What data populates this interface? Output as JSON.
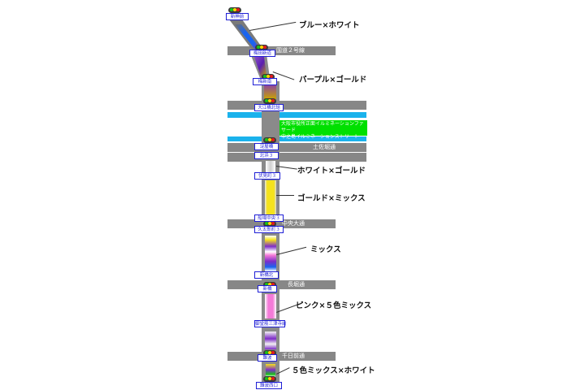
{
  "diagram": {
    "roads": [
      {
        "id": "kokudo2",
        "label": "国道２号線"
      },
      {
        "id": "upper1",
        "label": ""
      },
      {
        "id": "tosabori",
        "label": "土佐堀通"
      },
      {
        "id": "upper2",
        "label": ""
      },
      {
        "id": "chuo",
        "label": "中央大通"
      },
      {
        "id": "nagahori",
        "label": "長堀通"
      },
      {
        "id": "sennichimae",
        "label": "千日前通"
      }
    ],
    "stations": [
      {
        "id": "s1",
        "label": "新神前"
      },
      {
        "id": "s2",
        "label": "梅田新道"
      },
      {
        "id": "s3",
        "label": "梅新南"
      },
      {
        "id": "s4",
        "label": "大江橋北詰"
      },
      {
        "id": "s5",
        "label": "淀屋橋"
      },
      {
        "id": "s6",
        "label": "北浜３"
      },
      {
        "id": "s7",
        "label": "伏見町３"
      },
      {
        "id": "s8",
        "label": "船場中央３"
      },
      {
        "id": "s9",
        "label": "久太郎町３"
      },
      {
        "id": "s10",
        "label": "新橋北"
      },
      {
        "id": "s11",
        "label": "新橋"
      },
      {
        "id": "s12",
        "label": "御堂筋三津寺前"
      },
      {
        "id": "s13",
        "label": "難波"
      },
      {
        "id": "s14",
        "label": "難波西口"
      }
    ],
    "note": {
      "line1": "大阪市役所正面イルミネーションファサード",
      "line2": "中之島イルミネーションストリート"
    },
    "callouts": [
      {
        "id": "c1",
        "text": "ブルー×ホワイト"
      },
      {
        "id": "c2",
        "text": "パープル×ゴールド"
      },
      {
        "id": "c3",
        "text": "ホワイト×ゴールド"
      },
      {
        "id": "c4",
        "text": "ゴールド×ミックス"
      },
      {
        "id": "c5",
        "text": "ミックス"
      },
      {
        "id": "c6",
        "text": "ピンク×５色ミックス"
      },
      {
        "id": "c7",
        "text": "５色ミックス×ホワイト"
      }
    ],
    "colors": {
      "road": "#878787",
      "water": "#1ab2ec",
      "station_border": "#1f1fd6",
      "note_bg": "#00e000",
      "blue": "#1a64f0",
      "purple": "#7d2cc8",
      "gold": "#f5e21c",
      "white": "#f2f2f2",
      "pink": "#f47ad8",
      "street": "#8a8a8a"
    }
  }
}
